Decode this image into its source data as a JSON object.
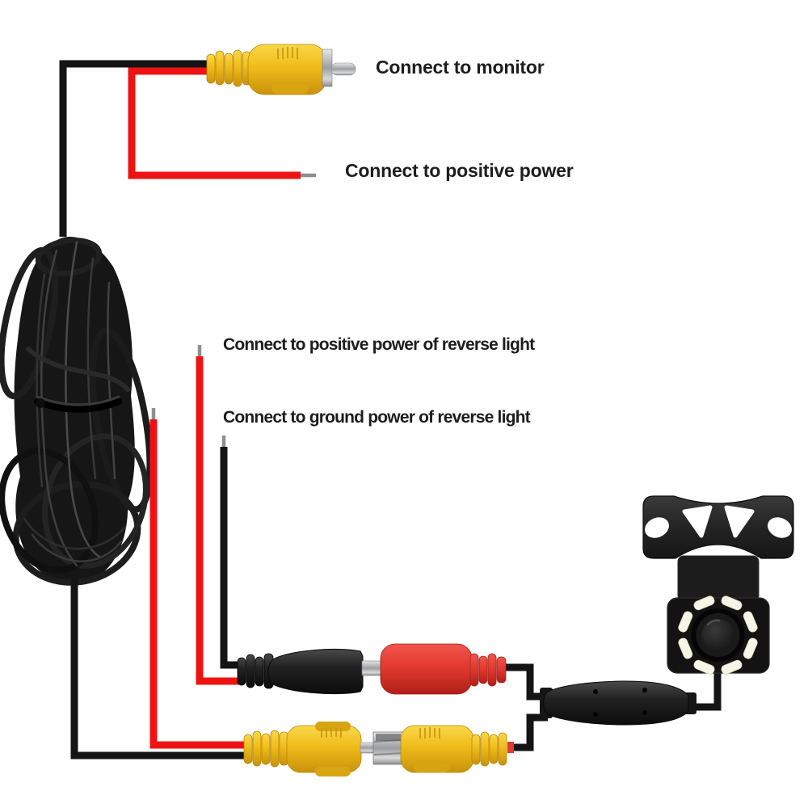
{
  "labels": {
    "monitor": "Connect to monitor",
    "positive_power": "Connect to positive power",
    "reverse_light_positive": "Connect to positive power of reverse light",
    "reverse_light_ground": "Connect to ground power of reverse light"
  },
  "colors": {
    "background": "#ffffff",
    "text": "#1d1d1d",
    "wire_red": "#ee1313",
    "wire_black": "#141414",
    "bare_wire_tip": "#8f8f8f",
    "connector_yellow": "#f0bc1a",
    "connector_red": "#e23a30",
    "connector_black": "#1e1e1e",
    "metal_silver": "#b9bcbf",
    "led_white": "#f6f6e8"
  }
}
